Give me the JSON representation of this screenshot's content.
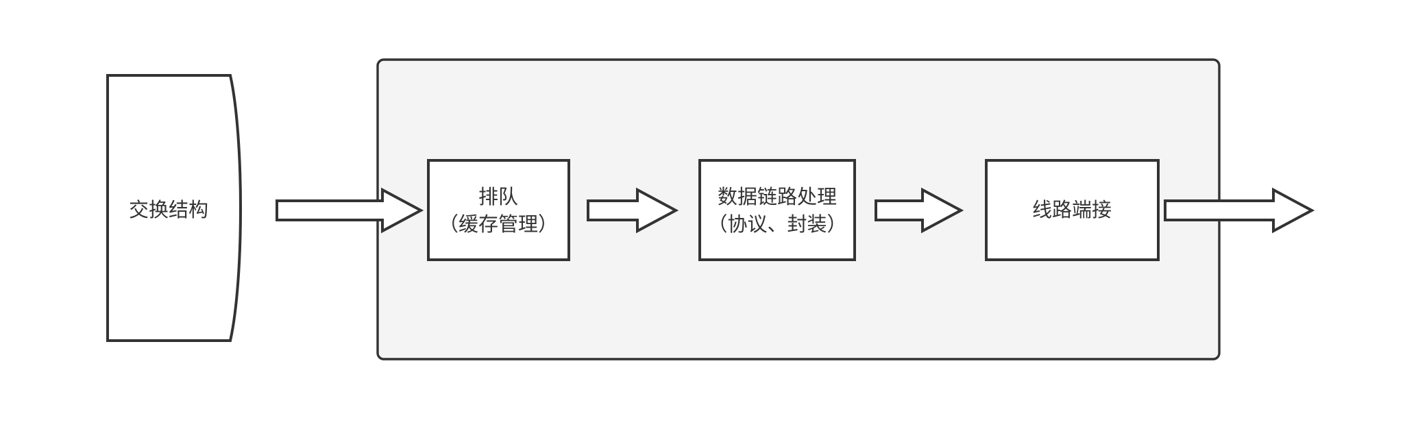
{
  "diagram": {
    "title": "",
    "type": "flow-diagram",
    "background_color": "#ffffff",
    "stroke_color": "#333333",
    "container_fill": "#f4f4f4",
    "node_fill": "#ffffff",
    "text_color": "#333333"
  },
  "source": {
    "name": "switch-fabric",
    "shape": "curved-right-rectangle",
    "label": "交换结构"
  },
  "container": {
    "name": "line-card-group",
    "label": "",
    "fill": "#f4f4f4"
  },
  "stages": [
    {
      "id": "queueing",
      "line1": "排队",
      "line2": "（缓存管理）"
    },
    {
      "id": "data-link-processing",
      "line1": "数据链路处理",
      "line2": "（协议、封装）"
    },
    {
      "id": "line-termination",
      "line1": "线路端接",
      "line2": ""
    }
  ],
  "arrows": [
    {
      "id": "arrow-in",
      "from": "交换结构",
      "to": "排队",
      "label": ""
    },
    {
      "id": "arrow-1",
      "from": "排队",
      "to": "数据链路处理",
      "label": ""
    },
    {
      "id": "arrow-2",
      "from": "数据链路处理",
      "to": "线路端接",
      "label": ""
    },
    {
      "id": "arrow-out",
      "from": "线路端接",
      "to": "",
      "label": ""
    }
  ]
}
